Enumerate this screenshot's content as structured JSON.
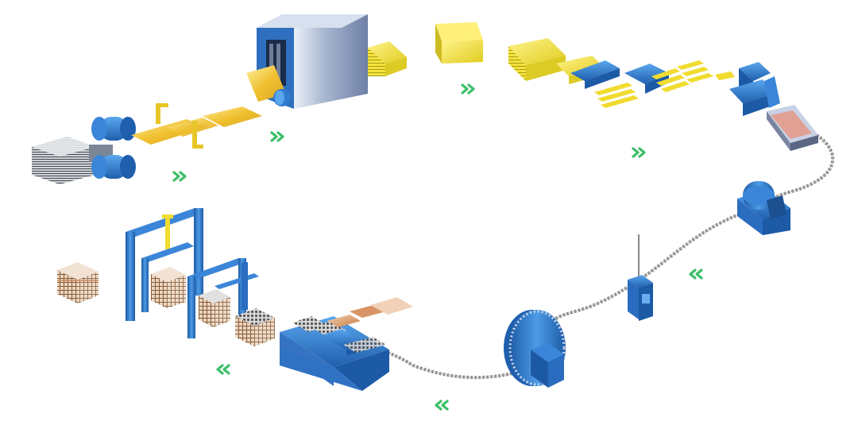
{
  "diagram": {
    "kind": "production-line-flow",
    "colors": {
      "machine_blue": "#2e7fd0",
      "machine_blue_dark": "#1b4f8f",
      "product_yellow": "#f2e23a",
      "product_yellow_dark": "#b8a81e",
      "arrow_green": "#3fbf6a",
      "chain_gray": "#7a7a7a",
      "stack_brown": "#b07a4a",
      "steel_gray": "#9ea3aa"
    },
    "stages": [
      {
        "name": "steel-coil-stack"
      },
      {
        "name": "decoiler-rollers"
      },
      {
        "name": "sheet-feed"
      },
      {
        "name": "coating-oven"
      },
      {
        "name": "coated-sheets"
      },
      {
        "name": "sheet-bundle"
      },
      {
        "name": "slitting-stations"
      },
      {
        "name": "strip-press"
      },
      {
        "name": "curling-unit"
      },
      {
        "name": "chain-drive"
      },
      {
        "name": "vertical-lifter"
      },
      {
        "name": "spool-winder"
      },
      {
        "name": "palletizer-base"
      },
      {
        "name": "stacking-frames"
      },
      {
        "name": "finished-pallets"
      }
    ],
    "flow_arrows": [
      {
        "name": "arrow-1",
        "direction": "right"
      },
      {
        "name": "arrow-2",
        "direction": "right"
      },
      {
        "name": "arrow-3",
        "direction": "right"
      },
      {
        "name": "arrow-4",
        "direction": "right"
      },
      {
        "name": "arrow-5",
        "direction": "left"
      },
      {
        "name": "arrow-6",
        "direction": "left"
      },
      {
        "name": "arrow-7",
        "direction": "left"
      }
    ]
  }
}
